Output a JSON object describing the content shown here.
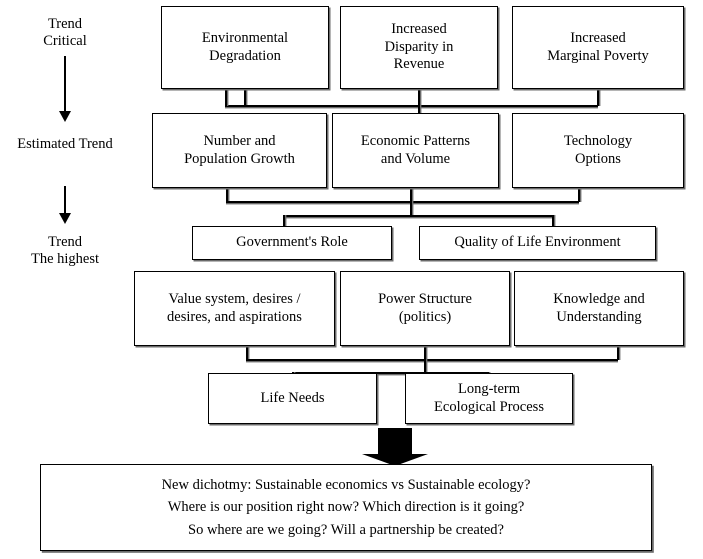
{
  "diagram": {
    "title": "Trend hierarchy flow diagram",
    "accent_color": "#000000",
    "background_color": "#ffffff",
    "axis": {
      "labels": [
        {
          "name": "trend-critical",
          "text": "Trend\nCritical"
        },
        {
          "name": "estimated-trend",
          "text": "Estimated Trend"
        },
        {
          "name": "trend-highest",
          "text": "Trend\nThe highest"
        }
      ],
      "arrows": [
        {
          "name": "axis-arrow-1",
          "direction": "down"
        },
        {
          "name": "axis-arrow-2",
          "direction": "down"
        }
      ]
    },
    "rows": [
      {
        "name": "row-critical-trends",
        "boxes": [
          {
            "name": "box-environmental-degradation",
            "text": "Environmental\nDegradation"
          },
          {
            "name": "box-increased-disparity-in-revenue",
            "text": "Increased\nDisparity in\nRevenue"
          },
          {
            "name": "box-increased-marginal-poverty",
            "text": "Increased\nMarginal Poverty"
          }
        ]
      },
      {
        "name": "row-estimated-trends",
        "boxes": [
          {
            "name": "box-number-and-population-growth",
            "text": "Number and\nPopulation Growth"
          },
          {
            "name": "box-economic-patterns-and-volume",
            "text": "Economic Patterns\nand Volume"
          },
          {
            "name": "box-technology-options",
            "text": "Technology\nOptions"
          }
        ]
      },
      {
        "name": "row-governance",
        "boxes": [
          {
            "name": "box-governments-role",
            "text": "Government's Role"
          },
          {
            "name": "box-quality-of-life-environment",
            "text": "Quality of Life Environment"
          }
        ]
      },
      {
        "name": "row-values",
        "boxes": [
          {
            "name": "box-value-system-desires-aspirations",
            "text": "Value system, desires /\ndesires, and aspirations"
          },
          {
            "name": "box-power-structure-politics",
            "text": "Power Structure\n(politics)"
          },
          {
            "name": "box-knowledge-and-understanding",
            "text": "Knowledge and\nUnderstanding"
          }
        ]
      },
      {
        "name": "row-outcomes",
        "boxes": [
          {
            "name": "box-life-needs",
            "text": "Life Needs"
          },
          {
            "name": "box-long-term-ecological-process",
            "text": "Long-term\nEcological Process"
          }
        ]
      }
    ],
    "block_arrow": {
      "name": "block-arrow-down",
      "direction": "down"
    },
    "conclusion": {
      "name": "conclusion-box",
      "text": "New dichotmy: Sustainable economics vs Sustainable ecology?\nWhere is our position right now? Which direction is it going?\nSo where are we going? Will a partnership be created?"
    }
  }
}
